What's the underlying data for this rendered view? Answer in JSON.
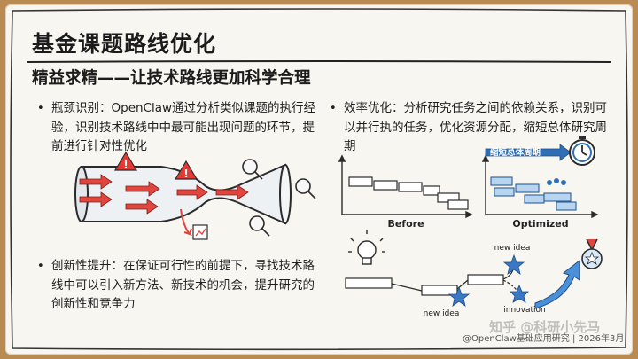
{
  "title": "基金课题路线优化",
  "subtitle": "精益求精——让技术路线更加科学合理",
  "bullets": [
    {
      "text": "瓶颈识别：OpenClaw通过分析类似课题的执行经验，识别技术路线中中最可能出现问题的环节，提前进行针对性优化"
    },
    {
      "text": "效率优化：分析研究任务之间的依赖关系，识别可以并行执的任务，优化资源分配，缩短总体研究周期"
    },
    {
      "text": "创新性提升：在保证可行性的前提下，寻找技术路线中可以引入新方法、新技术的机会，提升研究的创新性和竞争力"
    }
  ],
  "efficiency_diagram": {
    "before_label": "Before",
    "optimized_label": "Optimized",
    "banner_label": "缩短总体周期"
  },
  "innovation_diagram": {
    "new_idea_top": "new idea",
    "new_idea_bottom": "new idea",
    "innovation": "innovation"
  },
  "watermark_text": "@OpenClaw基础应用研究 | 2026年3月",
  "zhihu_text": "知乎 @科研小先马",
  "colors": {
    "accent_red": "#e0463e",
    "warning_red": "#e23a35",
    "blue": "#2f6fb6",
    "light_blue": "#d8e9f7",
    "star_blue": "#3b78c4"
  }
}
